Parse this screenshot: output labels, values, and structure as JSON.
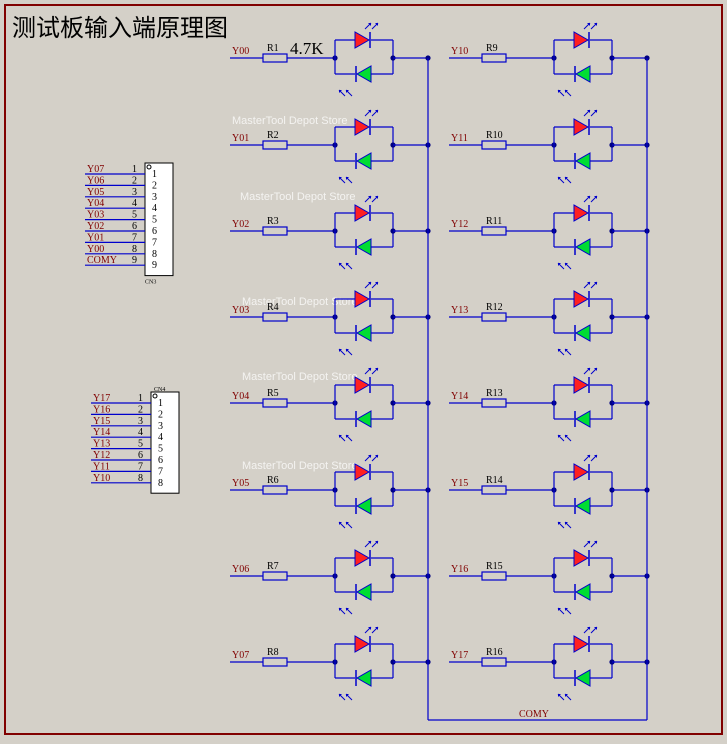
{
  "title": "测试板输入端原理图",
  "resistor_value": "4.7K",
  "watermark": "MasterTool Depot Store",
  "colors": {
    "background": "#d4d0c8",
    "border": "#800000",
    "wire": "#0000cc",
    "label": "#800000",
    "led_red": "#ff2020",
    "led_green": "#00dd33",
    "junction": "#000080"
  },
  "bus_label": "COMY",
  "left_column": [
    {
      "signal": "Y00",
      "resistor": "R1"
    },
    {
      "signal": "Y01",
      "resistor": "R2"
    },
    {
      "signal": "Y02",
      "resistor": "R3"
    },
    {
      "signal": "Y03",
      "resistor": "R4"
    },
    {
      "signal": "Y04",
      "resistor": "R5"
    },
    {
      "signal": "Y05",
      "resistor": "R6"
    },
    {
      "signal": "Y06",
      "resistor": "R7"
    },
    {
      "signal": "Y07",
      "resistor": "R8"
    }
  ],
  "right_column": [
    {
      "signal": "Y10",
      "resistor": "R9"
    },
    {
      "signal": "Y11",
      "resistor": "R10"
    },
    {
      "signal": "Y12",
      "resistor": "R11"
    },
    {
      "signal": "Y13",
      "resistor": "R12"
    },
    {
      "signal": "Y14",
      "resistor": "R13"
    },
    {
      "signal": "Y15",
      "resistor": "R14"
    },
    {
      "signal": "Y16",
      "resistor": "R15"
    },
    {
      "signal": "Y17",
      "resistor": "R16"
    }
  ],
  "connector_cn3": {
    "name": "CN3",
    "pins": [
      {
        "net": "Y07",
        "pin": "1",
        "num": "1"
      },
      {
        "net": "Y06",
        "pin": "2",
        "num": "2"
      },
      {
        "net": "Y05",
        "pin": "3",
        "num": "3"
      },
      {
        "net": "Y04",
        "pin": "4",
        "num": "4"
      },
      {
        "net": "Y03",
        "pin": "5",
        "num": "5"
      },
      {
        "net": "Y02",
        "pin": "6",
        "num": "6"
      },
      {
        "net": "Y01",
        "pin": "7",
        "num": "7"
      },
      {
        "net": "Y00",
        "pin": "8",
        "num": "8"
      },
      {
        "net": "COMY",
        "pin": "9",
        "num": "9"
      }
    ]
  },
  "connector_cn4": {
    "name": "CN4",
    "pins": [
      {
        "net": "Y17",
        "pin": "1",
        "num": "1"
      },
      {
        "net": "Y16",
        "pin": "2",
        "num": "2"
      },
      {
        "net": "Y15",
        "pin": "3",
        "num": "3"
      },
      {
        "net": "Y14",
        "pin": "4",
        "num": "4"
      },
      {
        "net": "Y13",
        "pin": "5",
        "num": "5"
      },
      {
        "net": "Y12",
        "pin": "6",
        "num": "6"
      },
      {
        "net": "Y11",
        "pin": "7",
        "num": "7"
      },
      {
        "net": "Y10",
        "pin": "8",
        "num": "8"
      }
    ]
  }
}
